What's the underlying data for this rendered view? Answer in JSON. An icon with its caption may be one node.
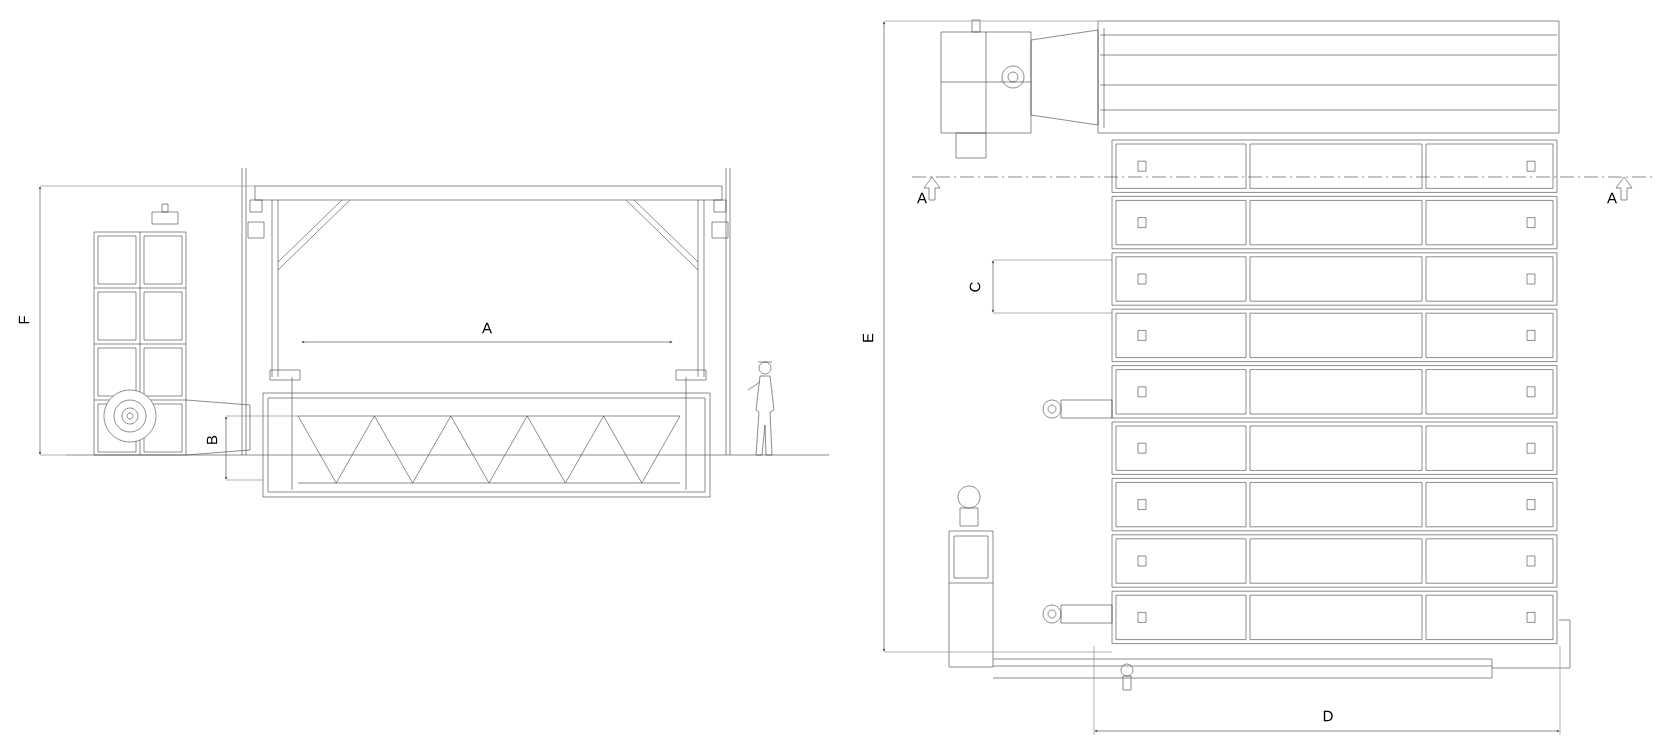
{
  "diagram": {
    "labels": [
      "F",
      "A",
      "B",
      "A",
      "A",
      "C",
      "E",
      "D"
    ]
  }
}
